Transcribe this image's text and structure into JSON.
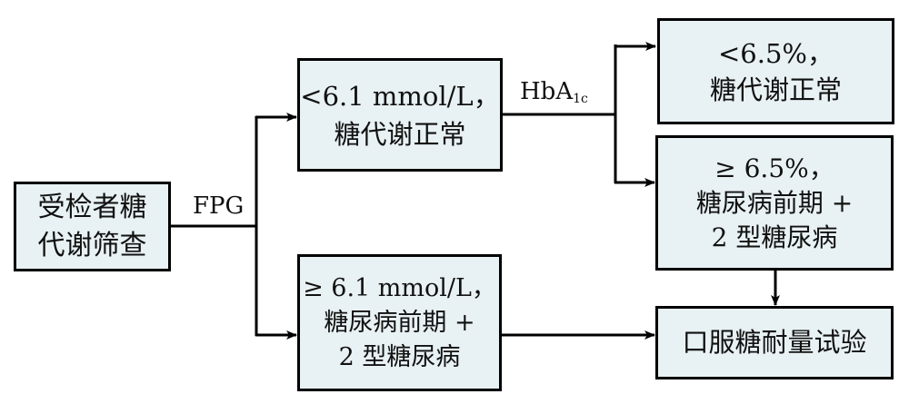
{
  "nodes": {
    "screening": {
      "lines": [
        "受检者糖",
        "代谢筛查"
      ]
    },
    "fpg_normal": {
      "lines": [
        "<6.1 mmol/L，",
        "糖代谢正常"
      ]
    },
    "fpg_high": {
      "lines": [
        "≥ 6.1 mmol/L，",
        "糖尿病前期 +",
        "2 型糖尿病"
      ]
    },
    "hba1c_normal": {
      "lines": [
        "<6.5%，",
        "糖代谢正常"
      ]
    },
    "hba1c_high": {
      "lines": [
        "≥ 6.5%，",
        "糖尿病前期 +",
        "2 型糖尿病"
      ]
    },
    "ogtt": {
      "lines": [
        "口服糖耐量试验"
      ]
    }
  },
  "edge_labels": {
    "fpg": "FPG",
    "hba1c_main": "HbA",
    "hba1c_sub": "1c"
  }
}
